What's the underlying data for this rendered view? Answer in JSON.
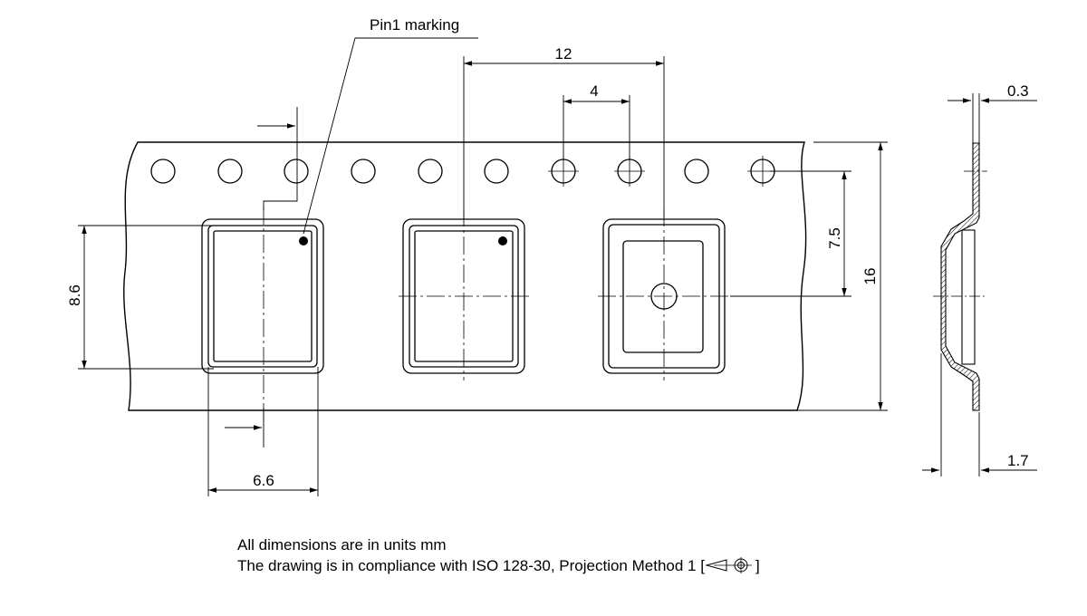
{
  "diagram": {
    "pin1_label": "Pin1 marking",
    "dimensions": {
      "pocket_pitch": "12",
      "sprocket_pitch": "4",
      "tape_thickness": "0.3",
      "hole_to_pocket_center": "7.5",
      "tape_width": "16",
      "pocket_length": "8.6",
      "pocket_width": "6.6",
      "pocket_depth": "1.7"
    },
    "notes": {
      "units": "All dimensions are in units mm",
      "compliance": "The drawing is in compliance with ISO 128-30, Projection Method 1 [",
      "compliance_end": "]"
    },
    "projection_symbol_icon": "first-angle-projection-icon"
  }
}
